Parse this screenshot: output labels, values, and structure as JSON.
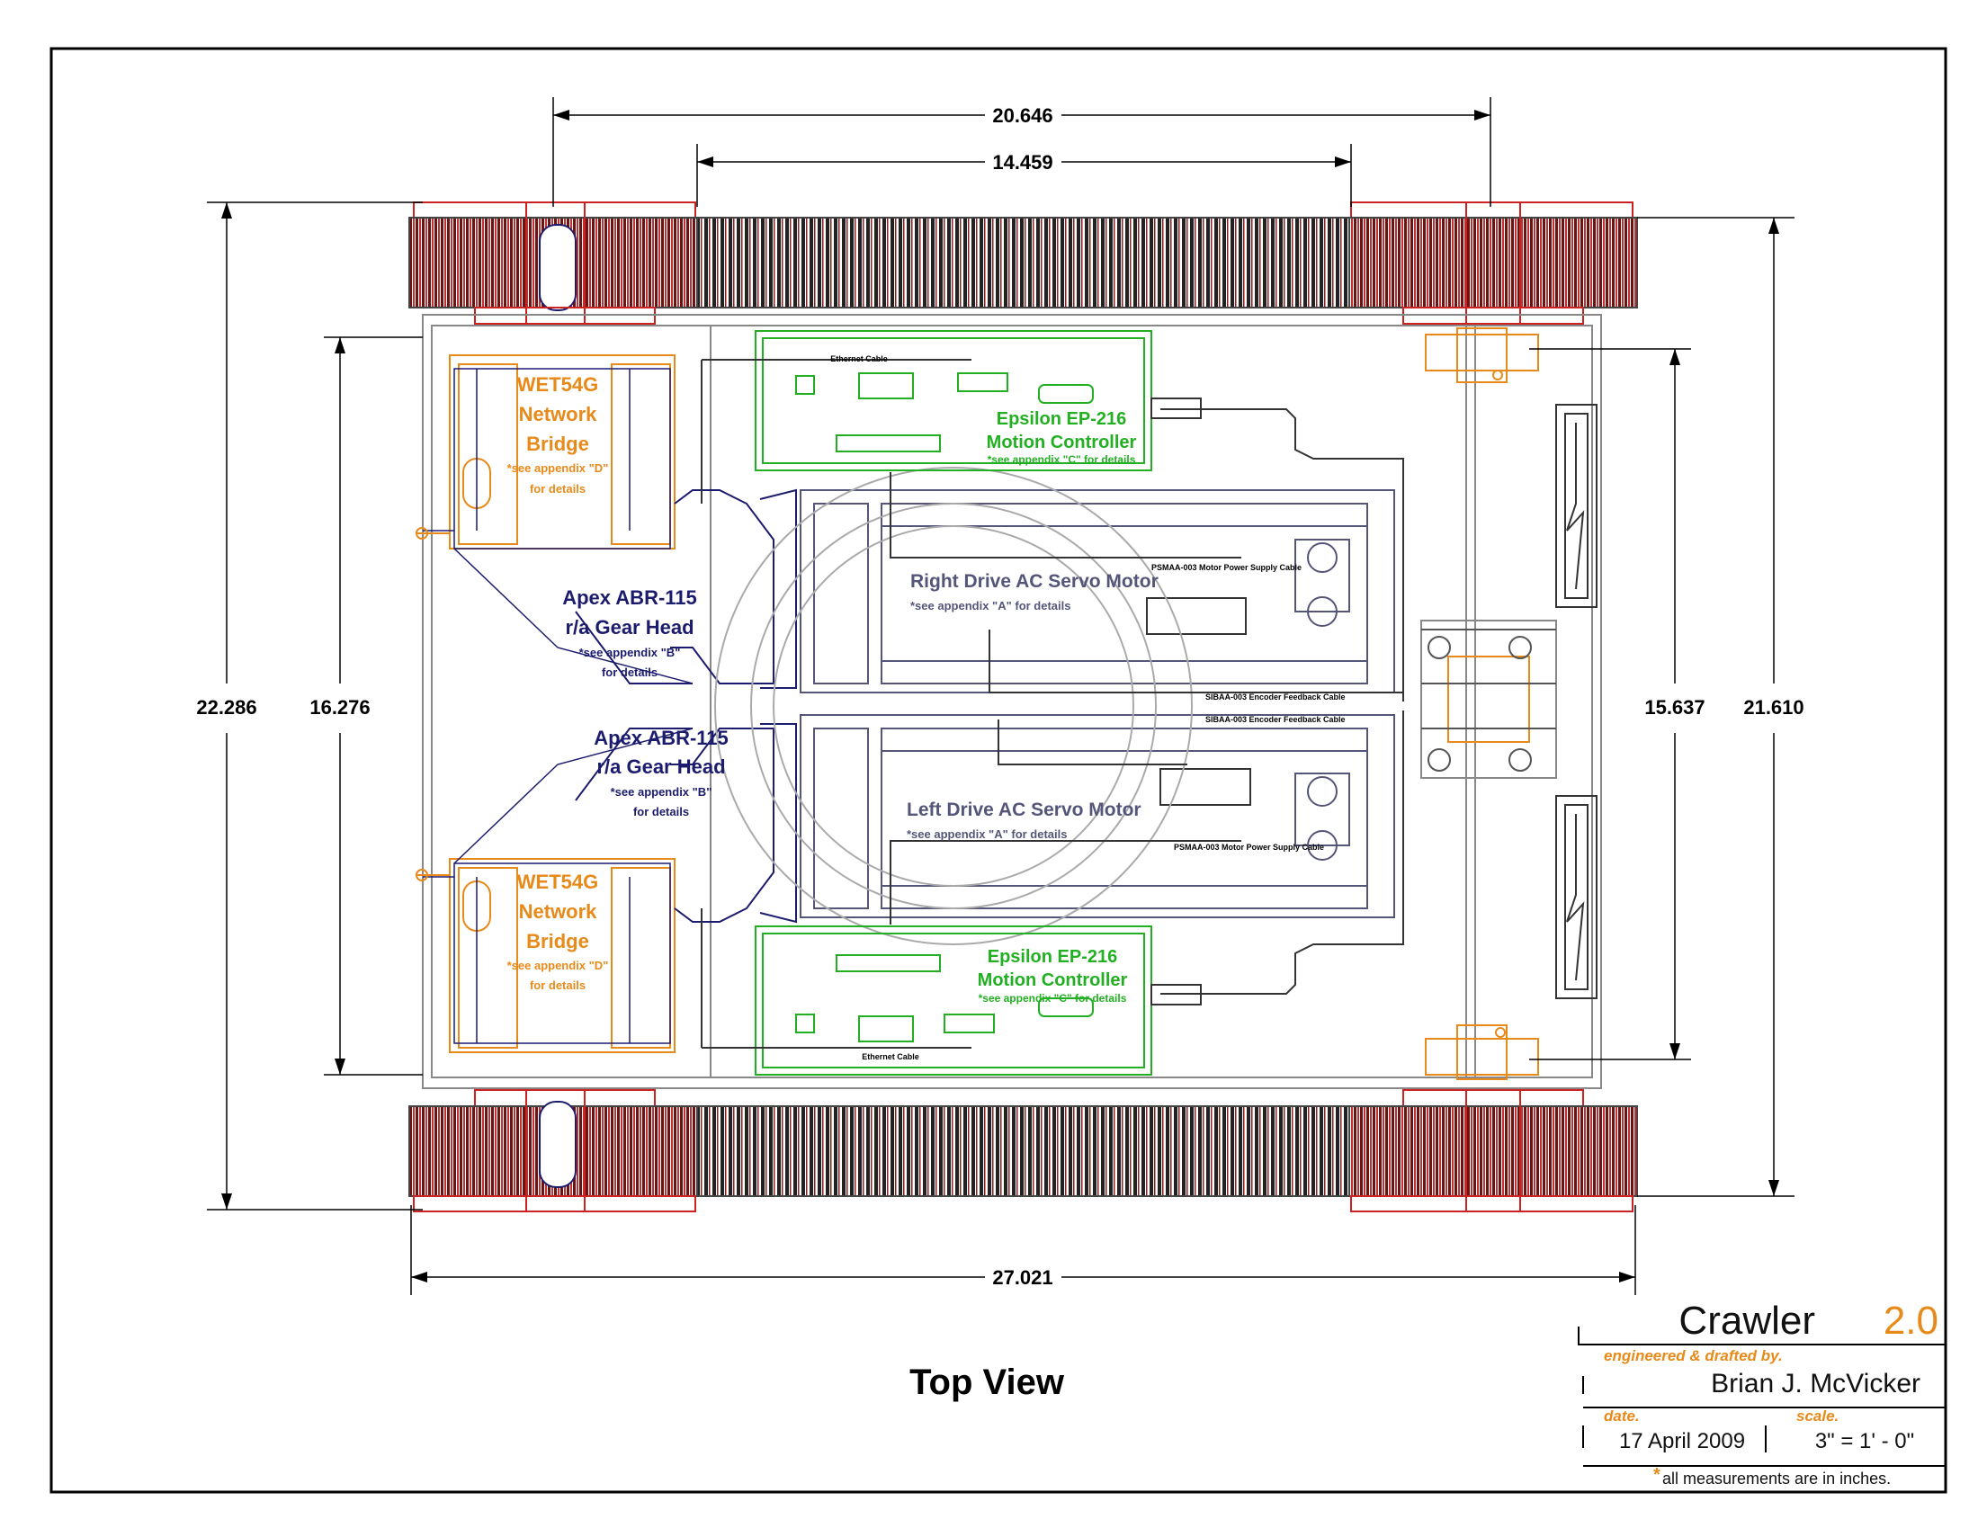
{
  "view_title": "Top View",
  "dimensions": {
    "width_outer": "20.646",
    "width_inner": "14.459",
    "length_overall": "27.021",
    "left_outer": "22.286",
    "left_inner": "16.276",
    "right_inner": "15.637",
    "right_outer": "21.610"
  },
  "components": {
    "bridge_top": {
      "line1": "WET54G",
      "line2": "Network",
      "line3": "Bridge",
      "note1": "*see appendix \"D\"",
      "note2": "for details"
    },
    "bridge_bottom": {
      "line1": "WET54G",
      "line2": "Network",
      "line3": "Bridge",
      "note1": "*see appendix \"D\"",
      "note2": "for details"
    },
    "gearhead_top": {
      "line1": "Apex ABR-115",
      "line2": "r/a Gear Head",
      "note1": "*see appendix \"B\"",
      "note2": "for details"
    },
    "gearhead_bottom": {
      "line1": "Apex ABR-115",
      "line2": "r/a Gear Head",
      "note1": "*see appendix \"B\"",
      "note2": "for details"
    },
    "controller_top": {
      "line1": "Epsilon EP-216",
      "line2": "Motion Controller",
      "note": "*see appendix \"C\" for details"
    },
    "controller_bottom": {
      "line1": "Epsilon EP-216",
      "line2": "Motion Controller",
      "note": "*see appendix \"C\" for details"
    },
    "motor_right": {
      "line1": "Right Drive AC Servo Motor",
      "note": "*see appendix \"A\" for details"
    },
    "motor_left": {
      "line1": "Left Drive AC Servo Motor",
      "note": "*see appendix \"A\" for details"
    }
  },
  "cables": {
    "ethernet_top": "Ethernet Cable",
    "ethernet_bottom": "Ethernet Cable",
    "power_top": "PSMAA-003 Motor Power Supply Cable",
    "encoder_top": "SIBAA-003 Encoder Feedback Cable",
    "encoder_bottom": "SIBAA-003 Encoder Feedback Cable",
    "power_bottom": "PSMAA-003 Motor Power Supply Cable"
  },
  "title_block": {
    "project_name": "Crawler",
    "project_version": "2.0",
    "engineered_label": "engineered & drafted by.",
    "engineer": "Brian J. McVicker",
    "date_label": "date.",
    "date": "17 April 2009",
    "scale_label": "scale.",
    "scale": "3\" = 1' - 0\"",
    "footnote_mark": "*",
    "footnote": "all measurements are in inches."
  },
  "colors": {
    "frame": "#000000",
    "track": "#8b2020",
    "track_outline": "#cc2222",
    "bridge": "#e88a1a",
    "controller": "#22b022",
    "gearhead": "#1c1c6e",
    "motor": "#55557a",
    "chassis": "#888888"
  }
}
